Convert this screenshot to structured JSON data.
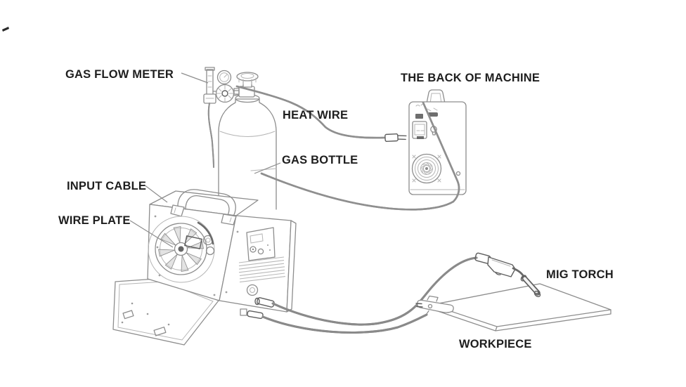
{
  "diagram": {
    "type": "line-art equipment setup diagram",
    "subject": "MIG welding machine gas and cable connection diagram",
    "colors": {
      "background": "#ffffff",
      "line": "#8d8d8d",
      "line_light": "#b5b5b5",
      "line_dark": "#5f5f5f",
      "label_text": "#1e1e1e"
    },
    "labels": {
      "gas_flow_meter": "GAS FLOW METER",
      "heat_wire": "HEAT WIRE",
      "back_of_machine": "THE BACK OF MACHINE",
      "gas_bottle": "GAS BOTTLE",
      "input_cable": "INPUT CABLE",
      "wire_plate": "WIRE PLATE",
      "mig_torch": "MIG TORCH",
      "workpiece": "WORKPIECE"
    }
  }
}
